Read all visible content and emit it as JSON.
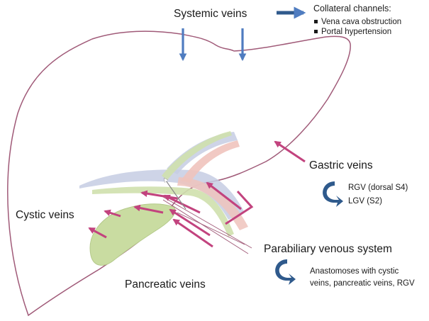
{
  "labels": {
    "systemic_veins": "Systemic veins",
    "collateral_title": "Collateral channels:",
    "collateral_items": [
      "Vena cava obstruction",
      "Portal hypertension"
    ],
    "gastric_veins": "Gastric veins",
    "gastric_sub": [
      "RGV (dorsal S4)",
      "LGV (S2)"
    ],
    "cystic_veins": "Cystic veins",
    "parabiliary": "Parabiliary venous system",
    "parabiliary_sub": [
      "Anastomoses with cystic",
      "veins, pancreatic veins, RGV"
    ],
    "pancreatic_veins": "Pancreatic veins"
  },
  "colors": {
    "liver_outline": "#a05a78",
    "systemic_arrow": "#4f7cc0",
    "dark_arrow": "#2f5a8c",
    "collateral_arrow": "#c2437e",
    "gallbladder": "#c9dca1",
    "portal_vein": "#c5cde3",
    "hepatic_artery": "#efc3bc",
    "bile_duct": "#cfe0ad"
  },
  "icons": {
    "bullet": "square-bullet-icon",
    "curved_arrow": "curved-arrow-icon"
  }
}
